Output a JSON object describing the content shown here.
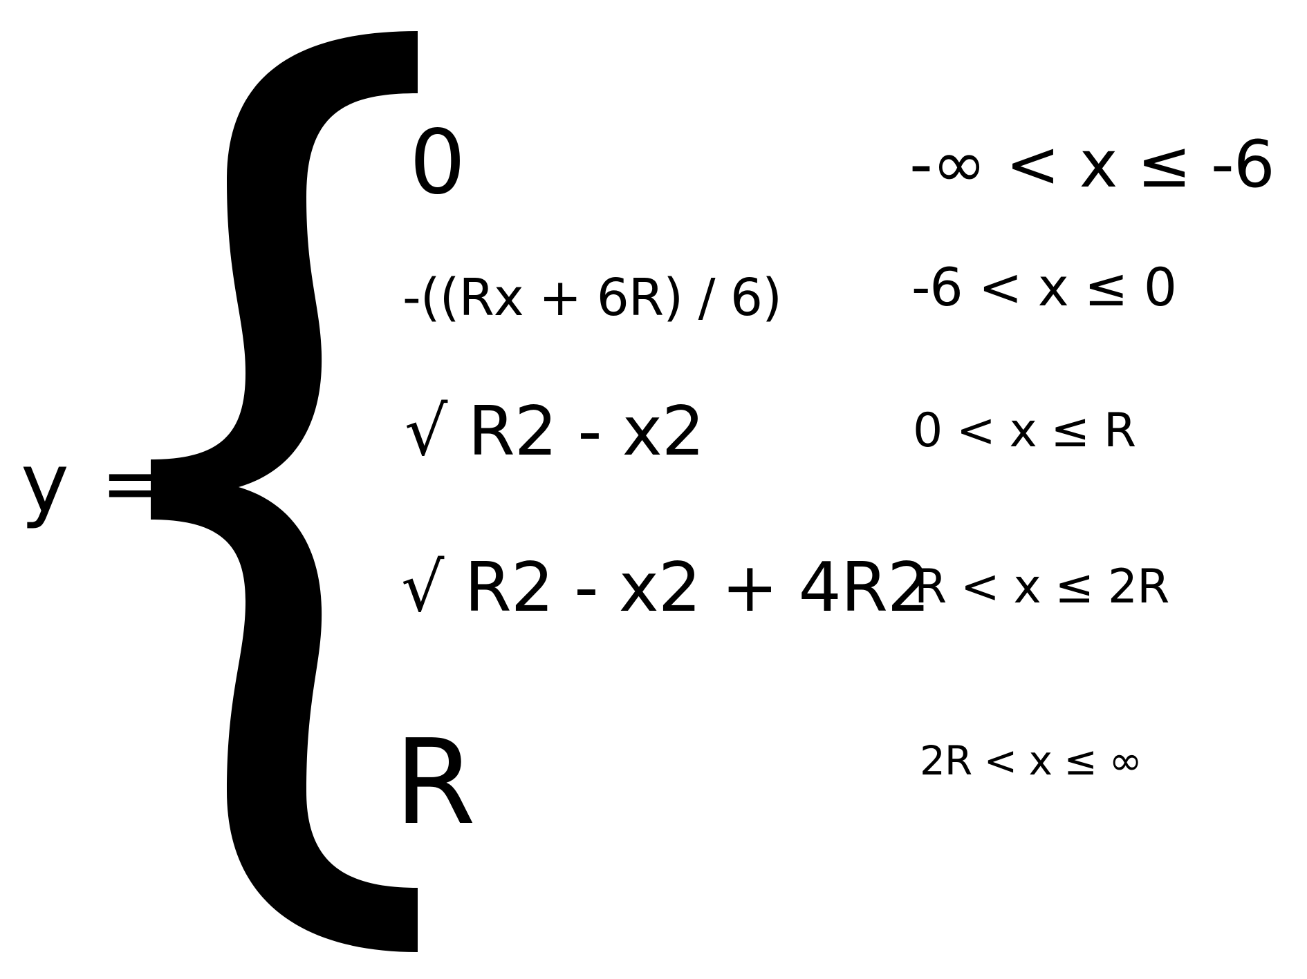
{
  "equation": {
    "lhs": "y =",
    "cases": [
      {
        "expression": "0",
        "condition": "-∞ < x ≤ -6"
      },
      {
        "expression": "-((Rx + 6R) / 6)",
        "condition": "-6 < x ≤ 0"
      },
      {
        "expression": "√ R2 - x2",
        "condition": "0 < x ≤ R"
      },
      {
        "expression": "√ R2 - x2 + 4R2",
        "condition": "R < x ≤ 2R"
      },
      {
        "expression": "R",
        "condition": "2R < x ≤ ∞"
      }
    ]
  },
  "colors": {
    "ink": "#000000",
    "background": "#ffffff"
  }
}
